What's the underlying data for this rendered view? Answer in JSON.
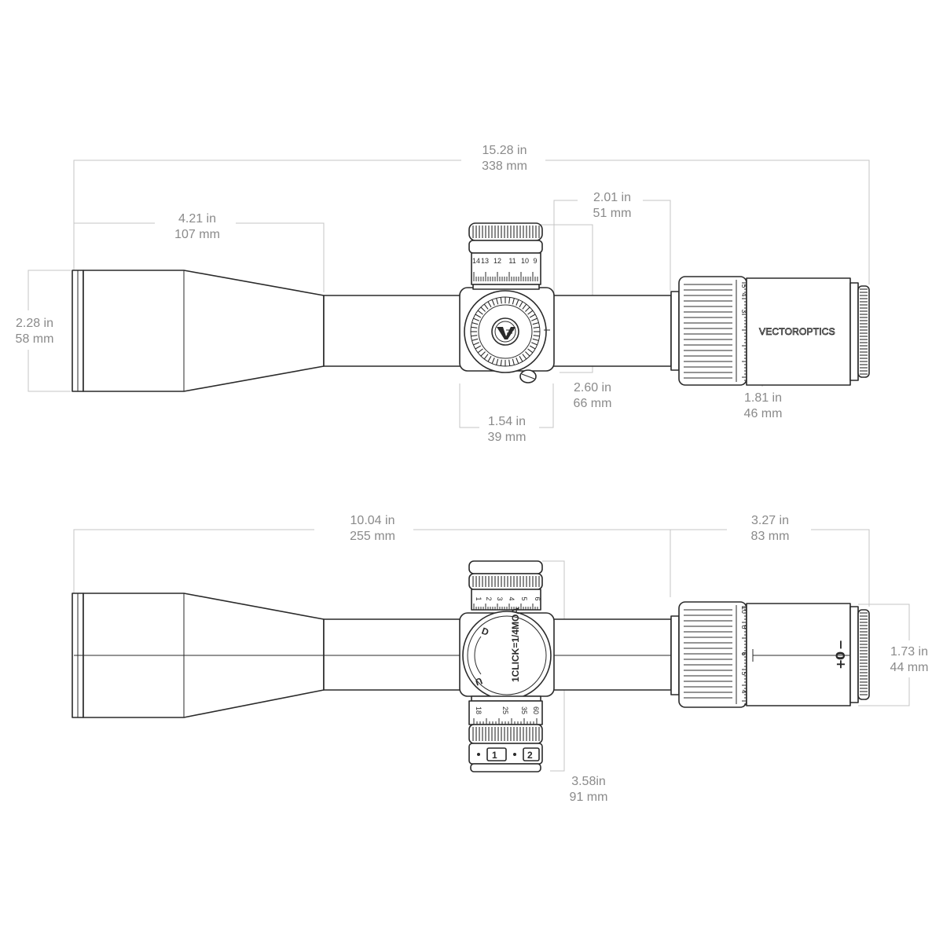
{
  "top_view": {
    "dimensions": {
      "overall_length": {
        "in": "15.28 in",
        "mm": "338 mm"
      },
      "objective_bell_length": {
        "in": "4.21 in",
        "mm": "107 mm"
      },
      "turret_to_eyepiece": {
        "in": "2.01 in",
        "mm": "51 mm"
      },
      "objective_diameter": {
        "in": "2.28 in",
        "mm": "58 mm"
      },
      "turret_height": {
        "in": "2.60 in",
        "mm": "66 mm"
      },
      "eyepiece_diameter": {
        "in": "1.81 in",
        "mm": "46 mm"
      },
      "saddle_width": {
        "in": "1.54 in",
        "mm": "39 mm"
      }
    },
    "brand": "VECTOROPTICS",
    "turret_scale": [
      "14",
      "13",
      "12",
      "11",
      "10",
      "9"
    ],
    "zoom_scale": [
      "5",
      "4",
      "3"
    ]
  },
  "side_view": {
    "dimensions": {
      "objective_to_eyepiece": {
        "in": "10.04 in",
        "mm": "255 mm"
      },
      "eyepiece_length": {
        "in": "3.27 in",
        "mm": "83 mm"
      },
      "ocular_diameter": {
        "in": "1.73 in",
        "mm": "44 mm"
      },
      "turret_height": {
        "in": "3.58in",
        "mm": "91 mm"
      }
    },
    "turret_scale": [
      "1",
      "2",
      "3",
      "4",
      "5",
      "6"
    ],
    "parallax_scale": [
      "18",
      "25",
      "35",
      "60"
    ],
    "illumination_marks": [
      "1",
      "2"
    ],
    "dial_text": "1CLICK=1/4MOA",
    "dial_letters": [
      "D",
      "U"
    ],
    "zoom_scale": [
      "10",
      "8",
      "6",
      "5",
      "4"
    ],
    "diopter_marks": [
      "+",
      "0",
      "−"
    ]
  },
  "colors": {
    "line": "#2a2a2a",
    "dimension": "#8a8a8a",
    "extension": "#c4c4c4"
  }
}
